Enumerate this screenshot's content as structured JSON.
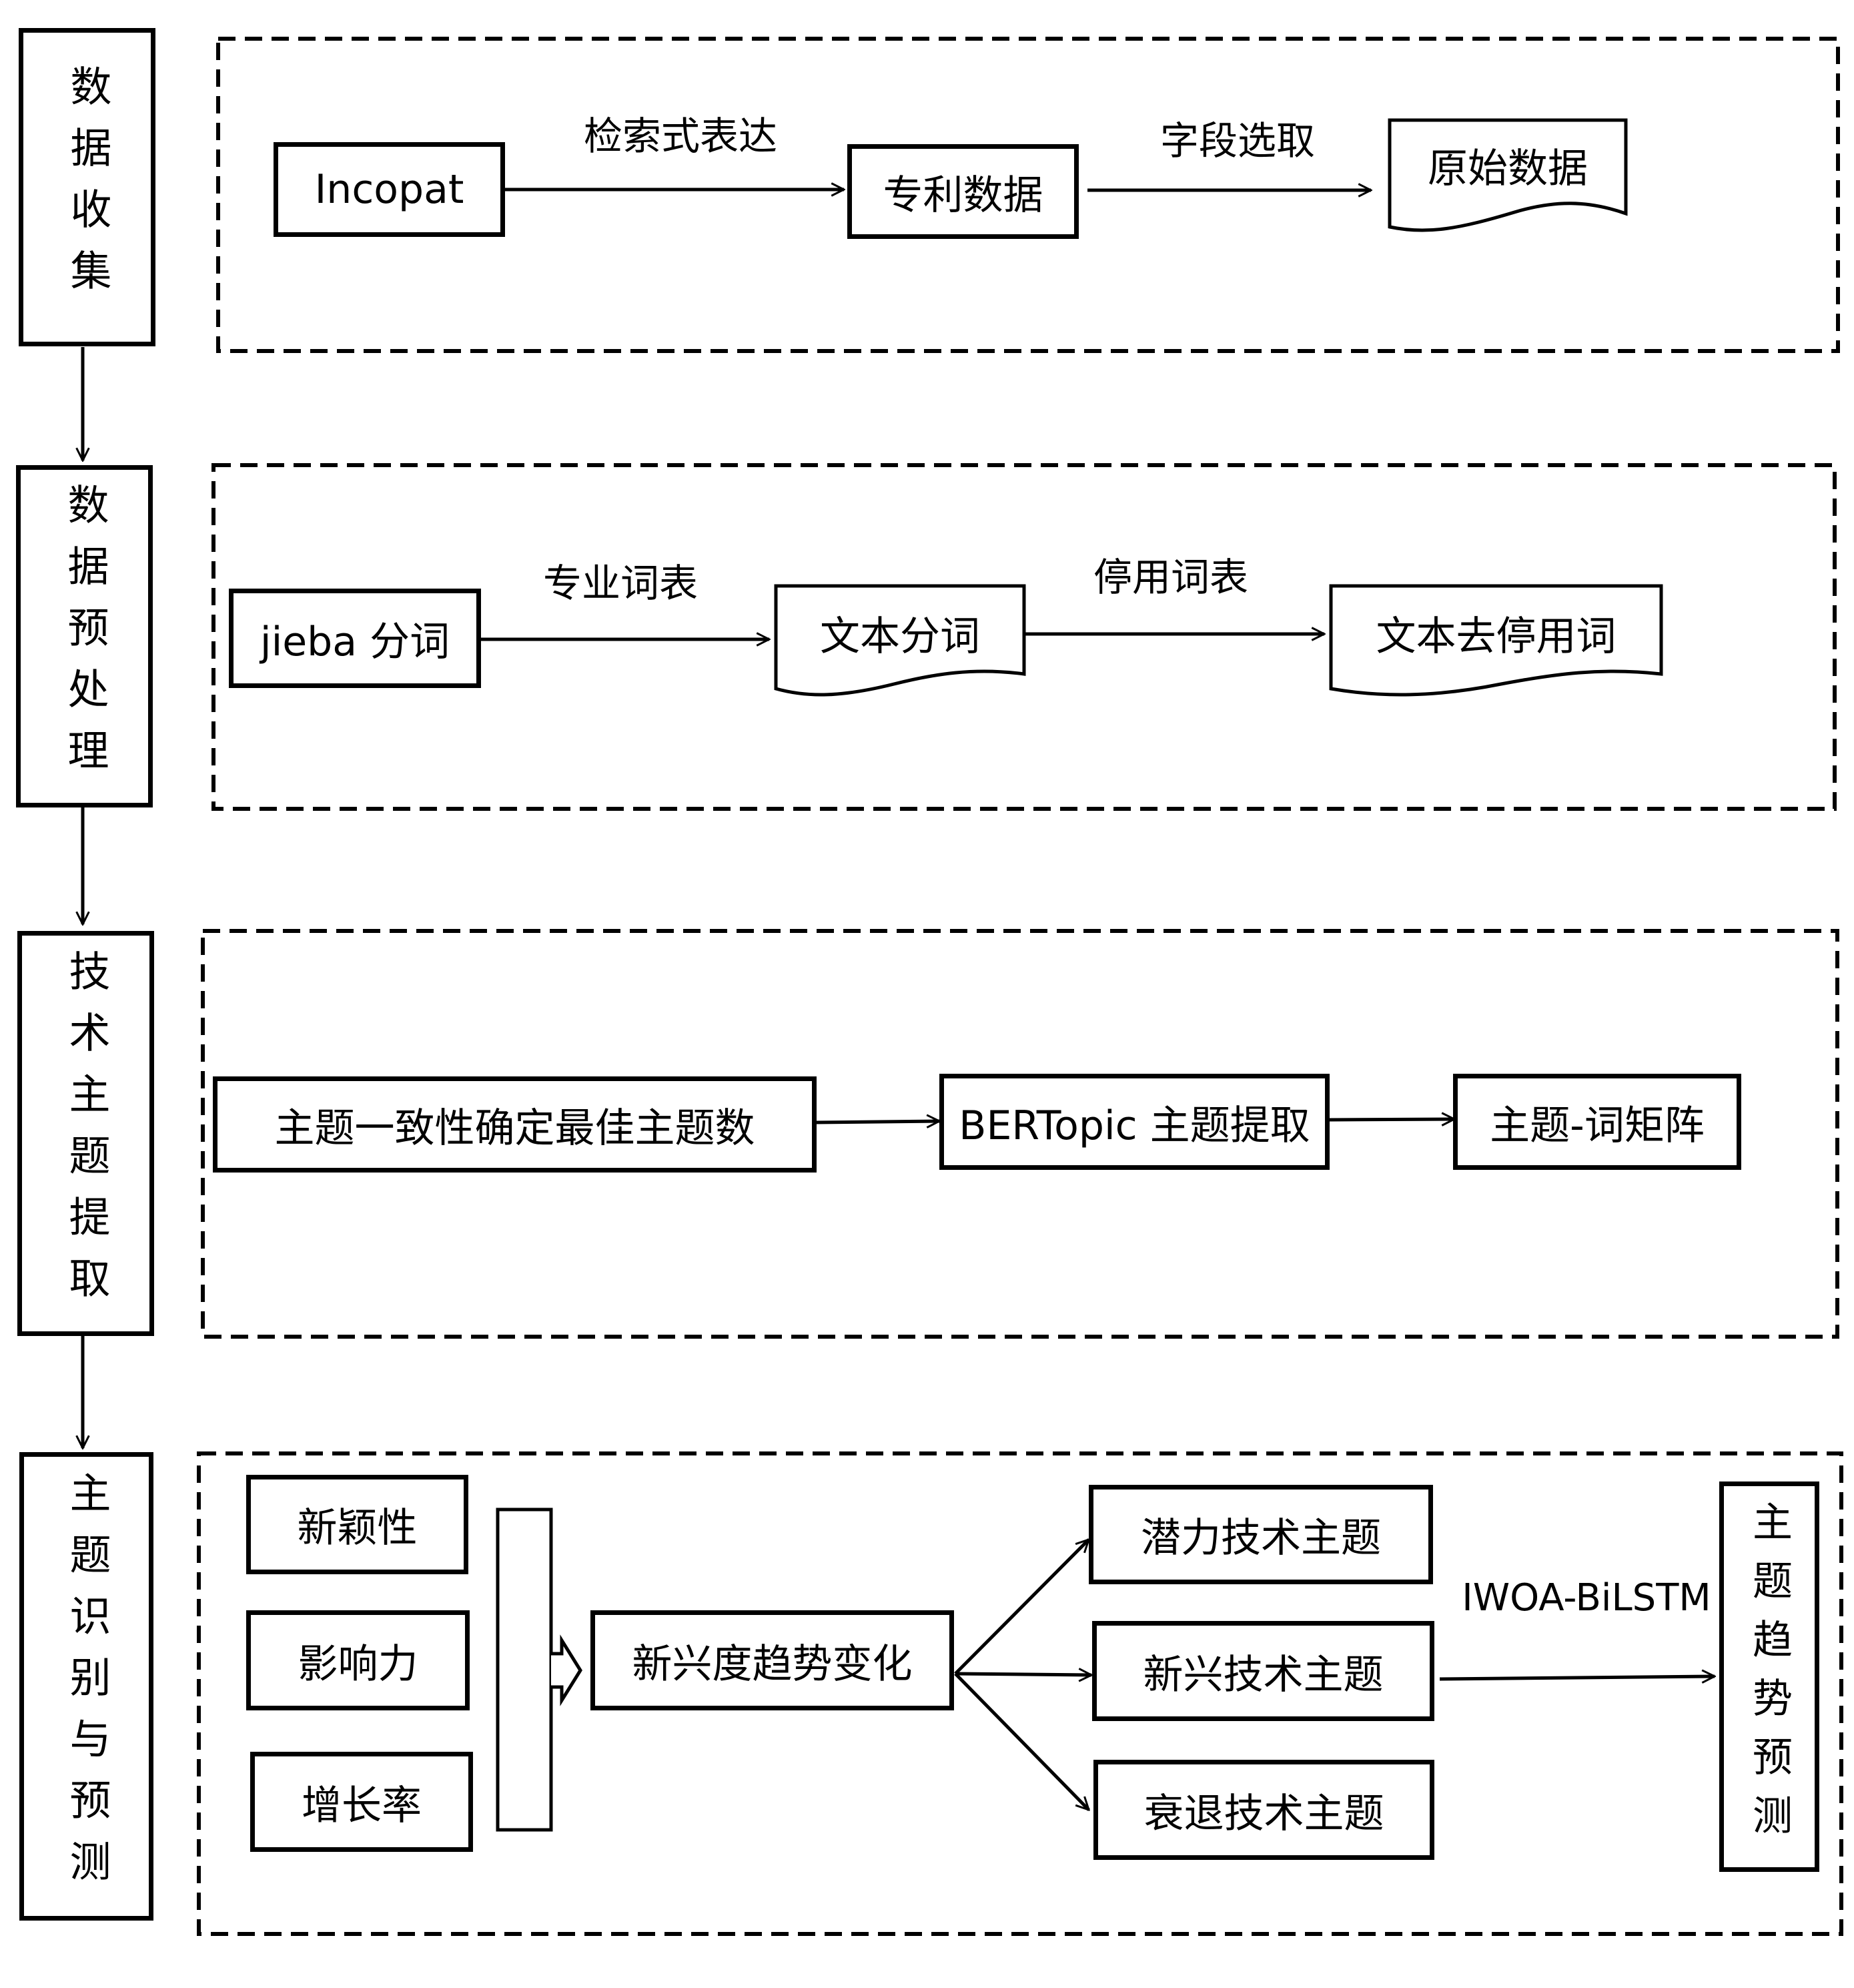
{
  "stages": [
    {
      "id": "collect",
      "label": "数据收集"
    },
    {
      "id": "preprocess",
      "label": "数据预处理"
    },
    {
      "id": "topic_extract",
      "label": "技术主题提取"
    },
    {
      "id": "identify_predict",
      "label": "主题识别与预测"
    }
  ],
  "collection": {
    "source": "Incopat",
    "edge1_label": "检索式表达",
    "patent_data": "专利数据",
    "edge2_label": "字段选取",
    "raw_data": "原始数据"
  },
  "preprocessing": {
    "tokenizer": "jieba 分词",
    "edge1_label": "专业词表",
    "tokenized": "文本分词",
    "edge2_label": "停用词表",
    "stopword_removed": "文本去停用词"
  },
  "topic_extraction": {
    "coherence": "主题一致性确定最佳主题数",
    "bertopic": "BERTopic 主题提取",
    "matrix": "主题-词矩阵"
  },
  "identification": {
    "metrics": [
      "新颖性",
      "影响力",
      "增长率"
    ],
    "trend": "新兴度趋势变化",
    "categories": [
      "潜力技术主题",
      "新兴技术主题",
      "衰退技术主题"
    ],
    "model_label": "IWOA-BiLSTM",
    "prediction": "主题趋势预测"
  }
}
